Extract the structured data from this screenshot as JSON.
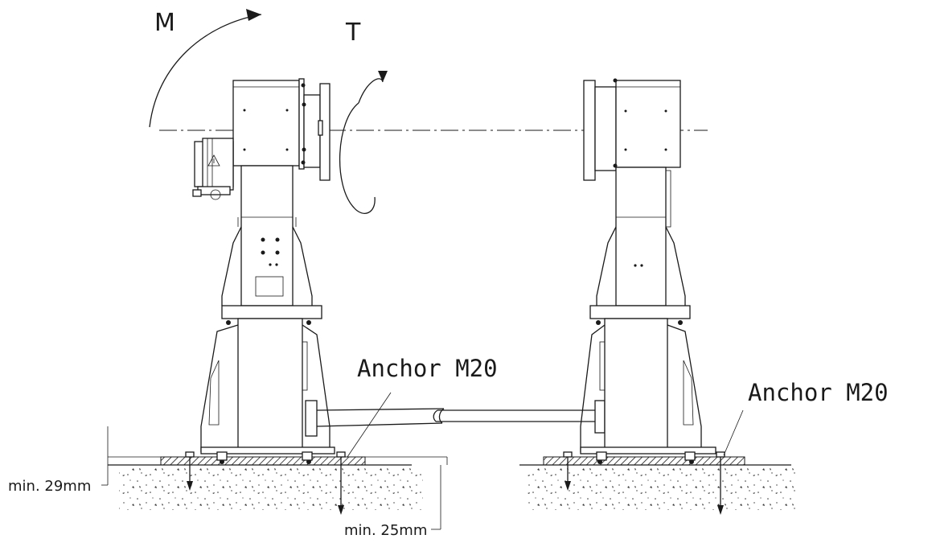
{
  "labels": {
    "moment": "M",
    "torque": "T",
    "anchor_left": "Anchor M20",
    "anchor_right": "Anchor M20",
    "min_left": "min. 29mm",
    "min_bottom": "min. 25mm"
  }
}
